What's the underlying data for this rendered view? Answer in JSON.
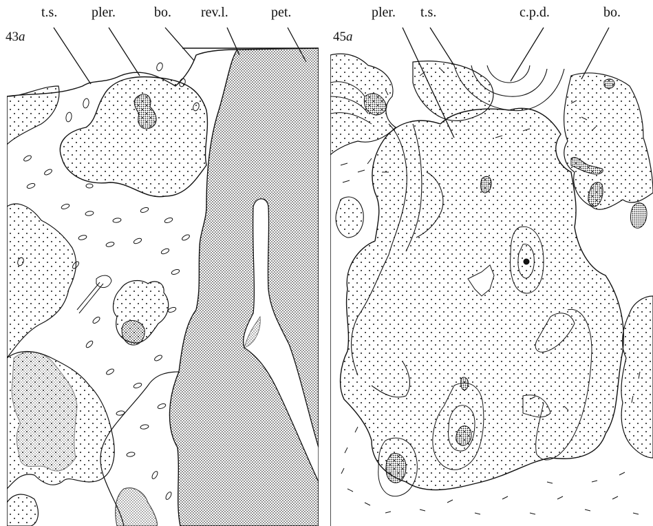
{
  "figures": [
    {
      "number": "43",
      "suffix": "a",
      "labels": [
        "t.s.",
        "pler.",
        "bo.",
        "rev.l.",
        "pet."
      ]
    },
    {
      "number": "45",
      "suffix": "a",
      "labels": [
        "pler.",
        "t.s.",
        "c.p.d.",
        "bo."
      ]
    }
  ],
  "colors": {
    "ink": "#111111",
    "paper": "#ffffff"
  }
}
